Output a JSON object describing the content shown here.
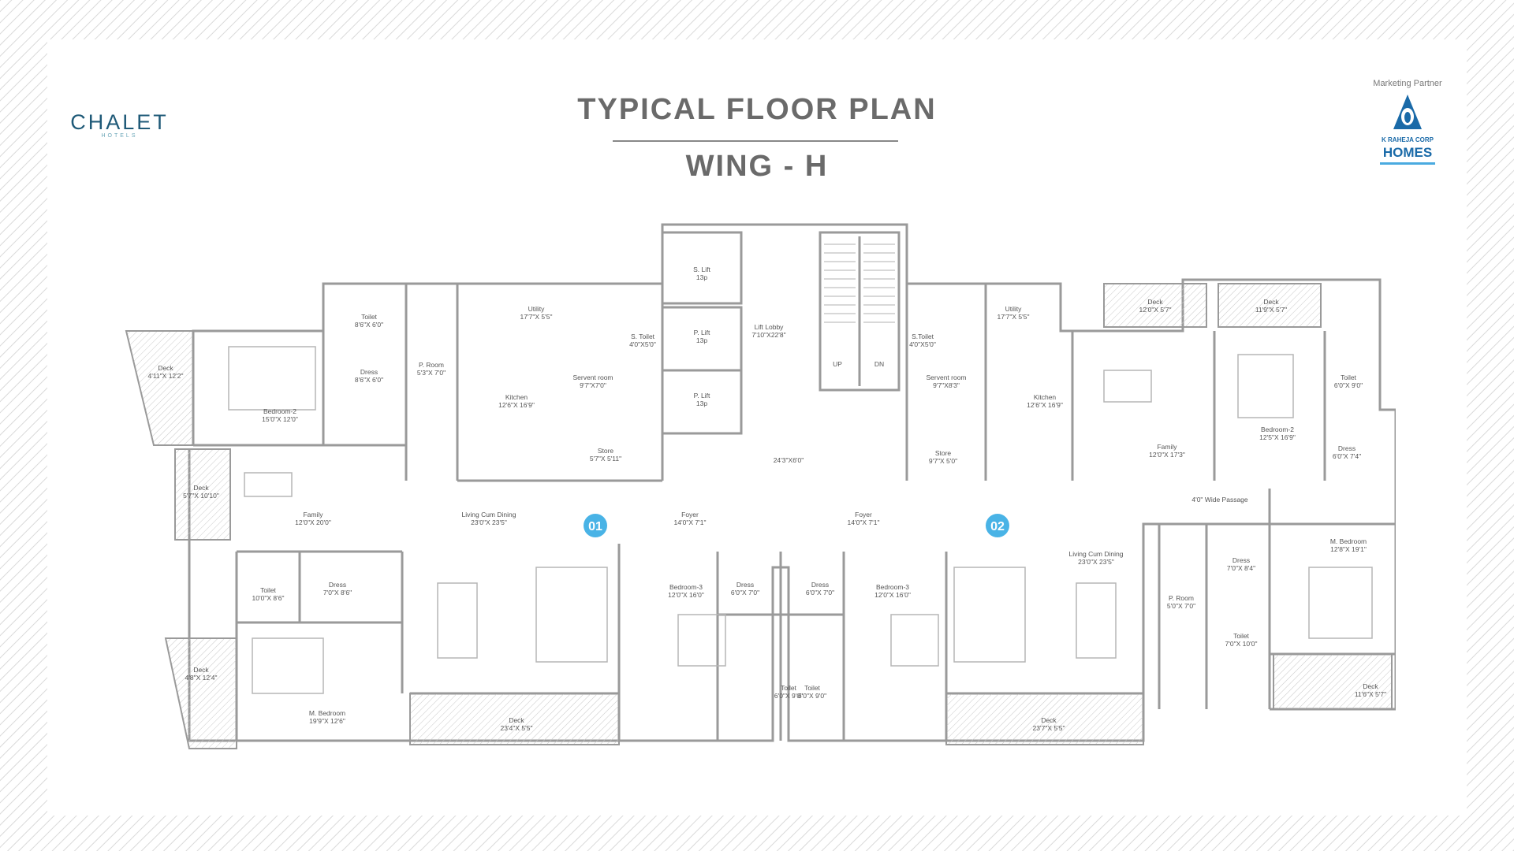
{
  "header": {
    "title": "TYPICAL FLOOR PLAN",
    "subtitle": "WING - H"
  },
  "logos": {
    "left": {
      "name": "CHALET",
      "sub": "HOTELS"
    },
    "right": {
      "partner_label": "Marketing Partner",
      "brand_line": "K RAHEJA CORP",
      "brand": "HOMES"
    }
  },
  "units": [
    {
      "label": "01"
    },
    {
      "label": "02"
    }
  ],
  "rooms": [
    {
      "name": "Deck",
      "dims": "4'11\"X 12'2\""
    },
    {
      "name": "Bedroom-2",
      "dims": "15'0\"X 12'0\""
    },
    {
      "name": "Toilet",
      "dims": "8'6\"X 6'0\""
    },
    {
      "name": "Dress",
      "dims": "8'6\"X 6'0\""
    },
    {
      "name": "P. Room",
      "dims": "5'3\"X 7'0\""
    },
    {
      "name": "Utility",
      "dims": "17'7\"X 5'5\""
    },
    {
      "name": "Kitchen",
      "dims": "12'6\"X 16'9\""
    },
    {
      "name": "Servent room",
      "dims": "9'7\"X7'0\""
    },
    {
      "name": "S. Toilet",
      "dims": "4'0\"X5'0\""
    },
    {
      "name": "Store",
      "dims": "5'7\"X 5'11\""
    },
    {
      "name": "Deck",
      "dims": "5'7\"X 10'10\""
    },
    {
      "name": "Family",
      "dims": "12'0\"X 20'0\""
    },
    {
      "name": "Living Cum Dining",
      "dims": "23'0\"X 23'5\""
    },
    {
      "name": "Toilet",
      "dims": "10'0\"X 8'6\""
    },
    {
      "name": "Dress",
      "dims": "7'0\"X 8'6\""
    },
    {
      "name": "Deck",
      "dims": "4'8\"X 12'4\""
    },
    {
      "name": "M. Bedroom",
      "dims": "19'9\"X 12'6\""
    },
    {
      "name": "Deck",
      "dims": "23'4\"X 5'5\""
    },
    {
      "name": "Foyer",
      "dims": "14'0\"X 7'1\""
    },
    {
      "name": "Bedroom-3",
      "dims": "12'0\"X 16'0\""
    },
    {
      "name": "Dress",
      "dims": "6'0\"X 7'0\""
    },
    {
      "name": "Toilet",
      "dims": "6'0\"X 9'0\""
    },
    {
      "name": "S. Lift",
      "dims": "13p"
    },
    {
      "name": "P. Lift",
      "dims": "13p"
    },
    {
      "name": "P. Lift",
      "dims": "13p"
    },
    {
      "name": "Lift Lobby",
      "dims": "7'10\"X22'8\""
    },
    {
      "name": "",
      "dims": "24'3\"X6'0\""
    },
    {
      "name": "Dress",
      "dims": "6'0\"X 7'0\""
    },
    {
      "name": "Toilet",
      "dims": "6'0\"X 9'0\""
    },
    {
      "name": "Foyer",
      "dims": "14'0\"X 7'1\""
    },
    {
      "name": "Bedroom-3",
      "dims": "12'0\"X 16'0\""
    },
    {
      "name": "S.Toilet",
      "dims": "4'0\"X5'0\""
    },
    {
      "name": "Servent room",
      "dims": "9'7\"X8'3\""
    },
    {
      "name": "Store",
      "dims": "9'7\"X 5'0\""
    },
    {
      "name": "Utility",
      "dims": "17'7\"X 5'5\""
    },
    {
      "name": "Kitchen",
      "dims": "12'6\"X 16'9\""
    },
    {
      "name": "Living Cum Dining",
      "dims": "23'0\"X 23'5\""
    },
    {
      "name": "Deck",
      "dims": "23'7\"X 5'5\""
    },
    {
      "name": "Deck",
      "dims": "12'0\"X 5'7\""
    },
    {
      "name": "Family",
      "dims": "12'0\"X 17'3\""
    },
    {
      "name": "Deck",
      "dims": "11'9\"X 5'7\""
    },
    {
      "name": "Bedroom-2",
      "dims": "12'5\"X 16'9\""
    },
    {
      "name": "Toilet",
      "dims": "6'0\"X 9'0\""
    },
    {
      "name": "Dress",
      "dims": "6'0\"X 7'4\""
    },
    {
      "name": "4'0\" Wide Passage",
      "dims": ""
    },
    {
      "name": "M. Bedroom",
      "dims": "12'8\"X 19'1\""
    },
    {
      "name": "Dress",
      "dims": "7'0\"X 8'4\""
    },
    {
      "name": "P. Room",
      "dims": "5'0\"X 7'0\""
    },
    {
      "name": "Toilet",
      "dims": "7'0\"X 10'0\""
    },
    {
      "name": "Deck",
      "dims": "11'6\"X 5'7\""
    }
  ],
  "stair_labels": {
    "up": "UP",
    "down": "DN"
  }
}
